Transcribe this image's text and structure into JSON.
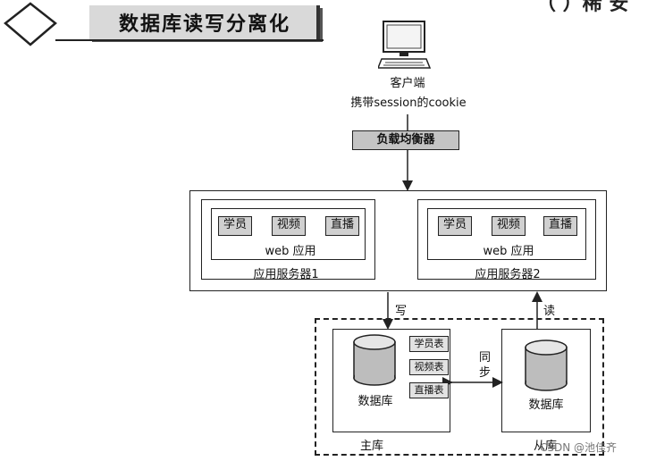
{
  "title": "数据库读写分离化",
  "corner_text": "（ ）稀 安",
  "client": {
    "label": "客户端",
    "sublabel": "携带session的cookie",
    "icon": "computer-icon"
  },
  "load_balancer": "负载均衡器",
  "servers": [
    {
      "name": "应用服务器1",
      "web_label": "web 应用",
      "modules": [
        "学员",
        "视频",
        "直播"
      ]
    },
    {
      "name": "应用服务器2",
      "web_label": "web 应用",
      "modules": [
        "学员",
        "视频",
        "直播"
      ]
    }
  ],
  "write_label": "写",
  "read_label": "读",
  "sync_label": "同\n步",
  "master": {
    "db_label": "数据库",
    "caption": "主库",
    "tables": [
      "学员表",
      "视频表",
      "直播表"
    ]
  },
  "slave": {
    "db_label": "数据库",
    "caption": "从库"
  },
  "watermark": "CSDN @池佳齐"
}
